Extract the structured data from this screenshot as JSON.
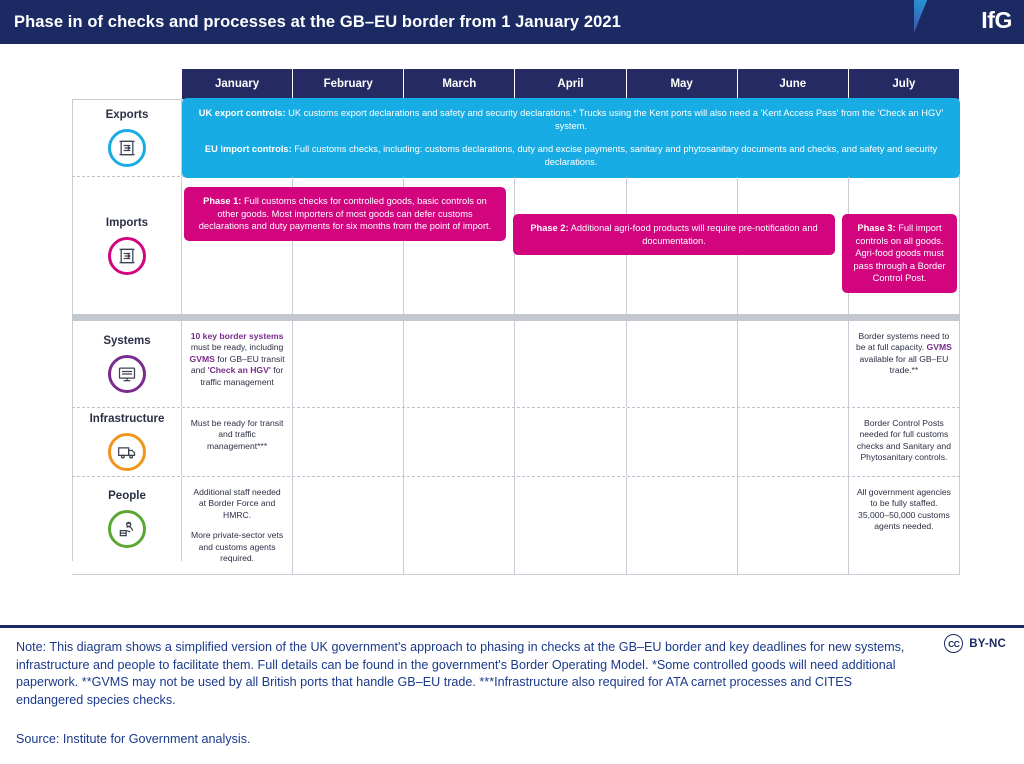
{
  "header": {
    "title": "Phase in of checks and processes at the GB–EU border from 1 January 2021",
    "logo": "IfG",
    "brand_navy": "#1b2a63",
    "stripe_from": "#1fa4dd",
    "stripe_to": "#b0338d"
  },
  "months": [
    "January",
    "February",
    "March",
    "April",
    "May",
    "June",
    "July"
  ],
  "colors": {
    "month_header_bg": "#262a62",
    "exports_blue": "#18ace4",
    "imports_pink": "#d2047e",
    "systems_purple": "#7a2c8e",
    "infrastructure_orange": "#f0941b",
    "people_green": "#5aa832",
    "grid_line": "#c9ccd4",
    "separator_band": "#c3c7d0",
    "footer_text": "#1b3a8c"
  },
  "rows": {
    "exports": {
      "label": "Exports",
      "icon": "export-document-icon",
      "icon_color": "#18ace4",
      "boxes": [
        {
          "lead": "UK export controls:",
          "text": " UK customs export declarations and safety and security declarations.* Trucks using the Kent ports will also need a 'Kent Access Pass' from the 'Check an HGV' system."
        },
        {
          "lead": "EU import controls:",
          "text": " Full customs checks, including: customs declarations, duty and excise payments, sanitary and phytosanitary documents and checks, and safety and security declarations."
        }
      ]
    },
    "imports": {
      "label": "Imports",
      "icon": "import-document-icon",
      "icon_color": "#d2047e",
      "phases": [
        {
          "lead": "Phase 1:",
          "text": " Full customs checks for controlled goods, basic controls on other goods. Most importers of most goods can defer customs declarations and duty payments for six months from the point of import.",
          "start_month": "January",
          "end_month": "March"
        },
        {
          "lead": "Phase 2:",
          "text": " Additional agri-food products will require pre-notification and documentation.",
          "start_month": "April",
          "end_month": "June"
        },
        {
          "lead": "Phase 3:",
          "text": " Full import controls on all goods. Agri-food goods must pass through a Border Control Post.",
          "start_month": "July",
          "end_month": "July"
        }
      ]
    },
    "systems": {
      "label": "Systems",
      "icon": "computer-monitor-icon",
      "icon_color": "#7a2c8e",
      "cells": {
        "january": {
          "segments": [
            {
              "text": "10 key border systems",
              "style": "purple"
            },
            {
              "text": " must be ready, including ",
              "style": "plain"
            },
            {
              "text": "GVMS",
              "style": "purple"
            },
            {
              "text": " for GB–EU transit and ",
              "style": "plain"
            },
            {
              "text": "'Check an HGV'",
              "style": "purple"
            },
            {
              "text": " for traffic management",
              "style": "plain"
            }
          ]
        },
        "july": {
          "segments": [
            {
              "text": "Border systems need to be at full capacity. ",
              "style": "plain"
            },
            {
              "text": "GVMS",
              "style": "purple"
            },
            {
              "text": " available for all GB–EU trade.**",
              "style": "plain"
            }
          ]
        }
      }
    },
    "infrastructure": {
      "label": "Infrastructure",
      "icon": "truck-icon",
      "icon_color": "#f0941b",
      "cells": {
        "january": "Must be ready for transit and traffic management***",
        "july": "Border Control Posts needed for full customs checks and Sanitary and Phytosanitary controls."
      }
    },
    "people": {
      "label": "People",
      "icon": "border-officer-icon",
      "icon_color": "#5aa832",
      "cells": {
        "january_p1": "Additional staff needed at Border Force and HMRC.",
        "january_p2": "More private-sector vets and customs agents required.",
        "july": "All government agencies to be fully staffed. 35,000–50,000 customs agents needed."
      }
    }
  },
  "footer": {
    "note": "Note: This diagram shows a simplified version of the UK government's approach to phasing in checks at the GB–EU border and key deadlines for new systems, infrastructure and people to facilitate them. Full details can be found in the government's Border Operating Model. *Some controlled goods will need additional paperwork. **GVMS may not be used by all British ports that handle GB–EU trade. ***Infrastructure also required for ATA carnet processes and CITES endangered species checks.",
    "source": "Source: Institute for Government analysis.",
    "licence_mark": "CC",
    "licence_text": "BY-NC"
  }
}
